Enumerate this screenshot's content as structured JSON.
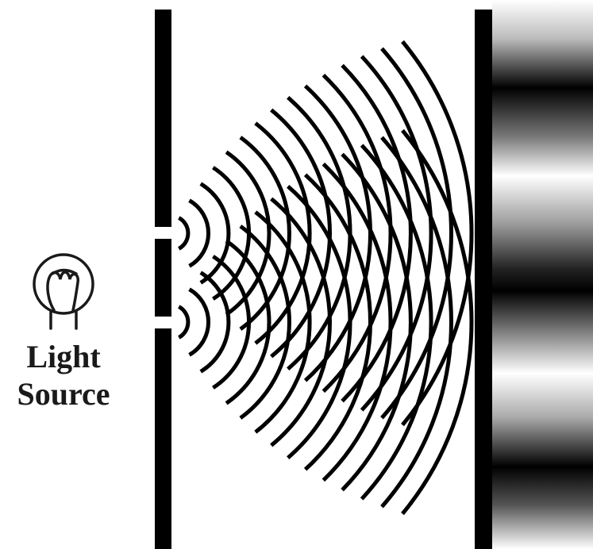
{
  "diagram": {
    "source_label": [
      "Light",
      "Source"
    ],
    "slit_count": 2,
    "fringe_pattern": [
      "bright",
      "dark",
      "bright",
      "dark",
      "bright",
      "dark",
      "bright"
    ],
    "colors": {
      "ink": "#000000",
      "label": "#1a1a1a",
      "background": "#ffffff",
      "bright_fringe": "#ffffff",
      "dark_fringe": "#000000"
    },
    "icons": [
      "light-bulb-icon"
    ]
  }
}
